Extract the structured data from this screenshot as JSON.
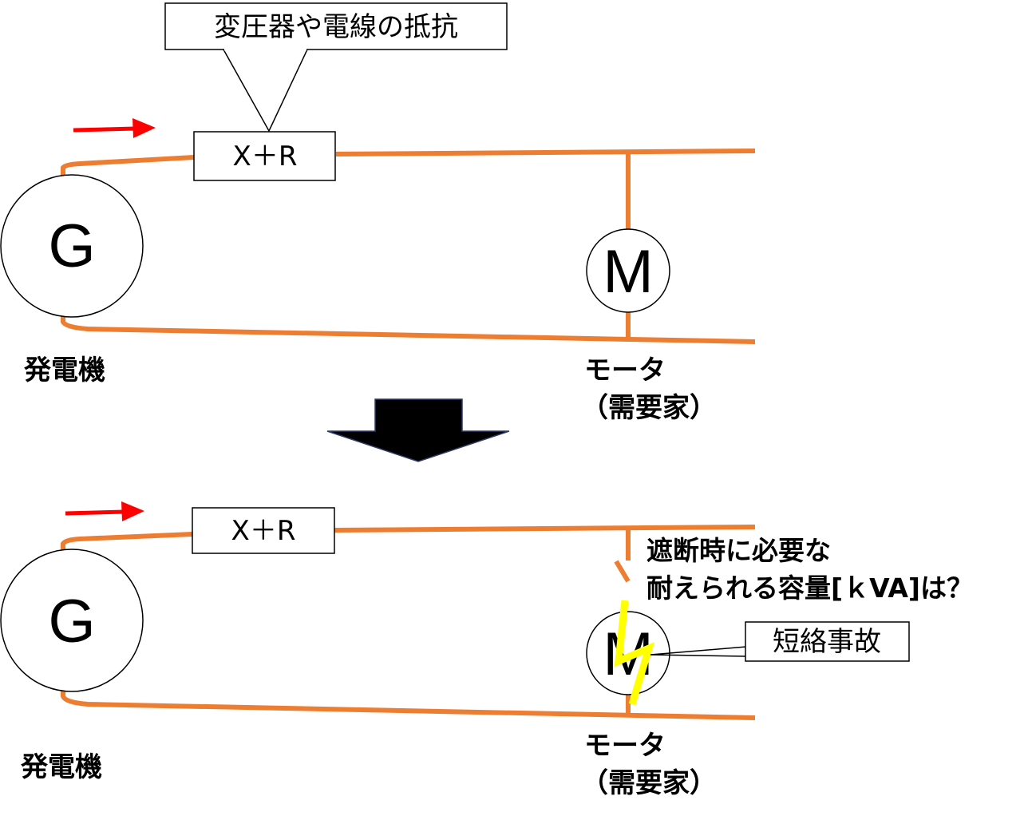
{
  "callout_top": "変圧器や電線の抵抗",
  "impedance_label": "X＋R",
  "generator_symbol": "G",
  "motor_symbol": "M",
  "generator_label": "発電機",
  "motor_label": "モータ",
  "motor_sublabel": "（需要家）",
  "fault_label": "短絡事故",
  "question_line1": "遮断時に必要な",
  "question_line2": "耐えられる容量[ｋVA]は？",
  "colors": {
    "wire": "#ED7D31",
    "arrow": "#FF0000",
    "fault": "#FFFF00",
    "transition_arrow": "#000000"
  }
}
